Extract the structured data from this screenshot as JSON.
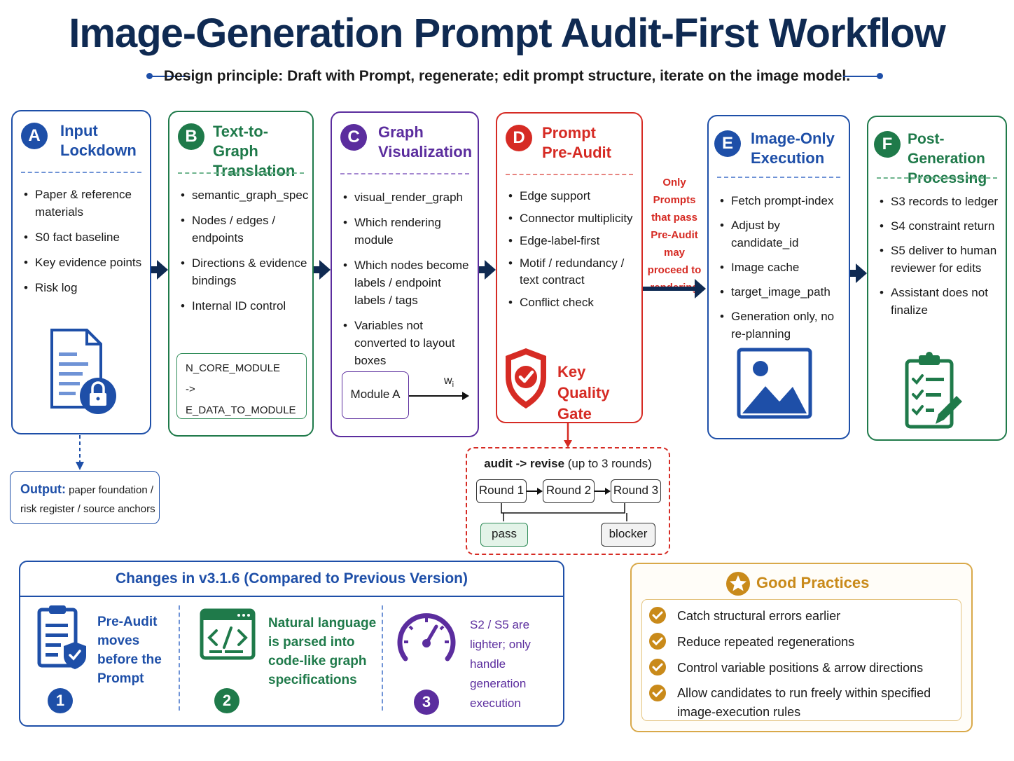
{
  "title": "Image-Generation Prompt Audit-First Workflow",
  "subtitle": "Design principle: Draft with Prompt, regenerate; edit prompt structure, iterate on the image model.",
  "stages": [
    {
      "letter": "A",
      "title_line1": "Input",
      "title_line2": "Lockdown",
      "color": "#1e4fa8",
      "items": [
        "Paper & reference materials",
        "S0 fact baseline",
        "Key evidence points",
        "Risk log"
      ]
    },
    {
      "letter": "B",
      "title_line1": "Text-to-Graph",
      "title_line2": "Translation",
      "color": "#1f7a4a",
      "items": [
        "semantic_graph_spec",
        "Nodes / edges / endpoints",
        "Directions & evidence bindings",
        "Internal ID control"
      ]
    },
    {
      "letter": "C",
      "title_line1": "Graph",
      "title_line2": "Visualization",
      "color": "#5b2d9e",
      "items": [
        "visual_render_graph",
        "Which rendering module",
        "Which nodes become labels / endpoint labels / tags",
        "Variables not converted to layout boxes"
      ]
    },
    {
      "letter": "D",
      "title_line1": "Prompt",
      "title_line2": "Pre-Audit",
      "color": "#d62b24",
      "items": [
        "Edge support",
        "Connector multiplicity",
        "Edge-label-first",
        "Motif / redundancy / text contract",
        "Conflict check"
      ]
    },
    {
      "letter": "E",
      "title_line1": "Image-Only",
      "title_line2": "Execution",
      "color": "#1e4fa8",
      "items": [
        "Fetch prompt-index",
        "Adjust by candidate_id",
        "Image cache",
        "target_image_path",
        "Generation only, no re-planning"
      ]
    },
    {
      "letter": "F",
      "title_line1": "Post-Generation",
      "title_line2": "Processing",
      "color": "#1f7a4a",
      "items": [
        "S3 records to ledger",
        "S4 constraint return",
        "S5 deliver to human reviewer for edits",
        "Assistant does not finalize"
      ]
    }
  ],
  "code_lines": [
    "N_CORE_MODULE",
    "-> E_DATA_TO_MODULE"
  ],
  "module_label": "Module A",
  "edge_weight_label": "w",
  "edge_weight_sub": "i",
  "quality_gate": "Key Quality Gate",
  "gate_note": "Only Prompts that pass Pre-Audit may proceed to rendering",
  "output_label": "Output:",
  "output_text": "paper foundation / risk register / source anchors",
  "audit": {
    "heading_bold": "audit -> revise",
    "heading_note": "(up to 3 rounds)",
    "rounds": [
      "Round 1",
      "Round 2",
      "Round 3"
    ],
    "pass": "pass",
    "blocker": "blocker"
  },
  "changes": {
    "heading": "Changes in v3.1.6 (Compared to Previous Version)",
    "items": [
      {
        "num": "1",
        "text": "Pre-Audit moves before the Prompt",
        "color": "#1e4fa8",
        "icon": "clipboard-shield-icon"
      },
      {
        "num": "2",
        "text": "Natural language is parsed into code-like graph specifications",
        "color": "#1f7a4a",
        "icon": "code-window-icon"
      },
      {
        "num": "3",
        "text": "S2 / S5 are lighter; only handle generation execution",
        "color": "#5b2d9e",
        "icon": "gauge-icon"
      }
    ]
  },
  "practices": {
    "heading": "Good Practices",
    "items": [
      "Catch structural errors earlier",
      "Reduce repeated regenerations",
      "Control variable positions & arrow directions",
      "Allow candidates to run freely within specified image-execution rules"
    ]
  },
  "colors": {
    "navy": "#0f2a52",
    "blue": "#1e4fa8",
    "green": "#1f7a4a",
    "purple": "#5b2d9e",
    "red": "#d62b24",
    "gold": "#c98a1a"
  }
}
